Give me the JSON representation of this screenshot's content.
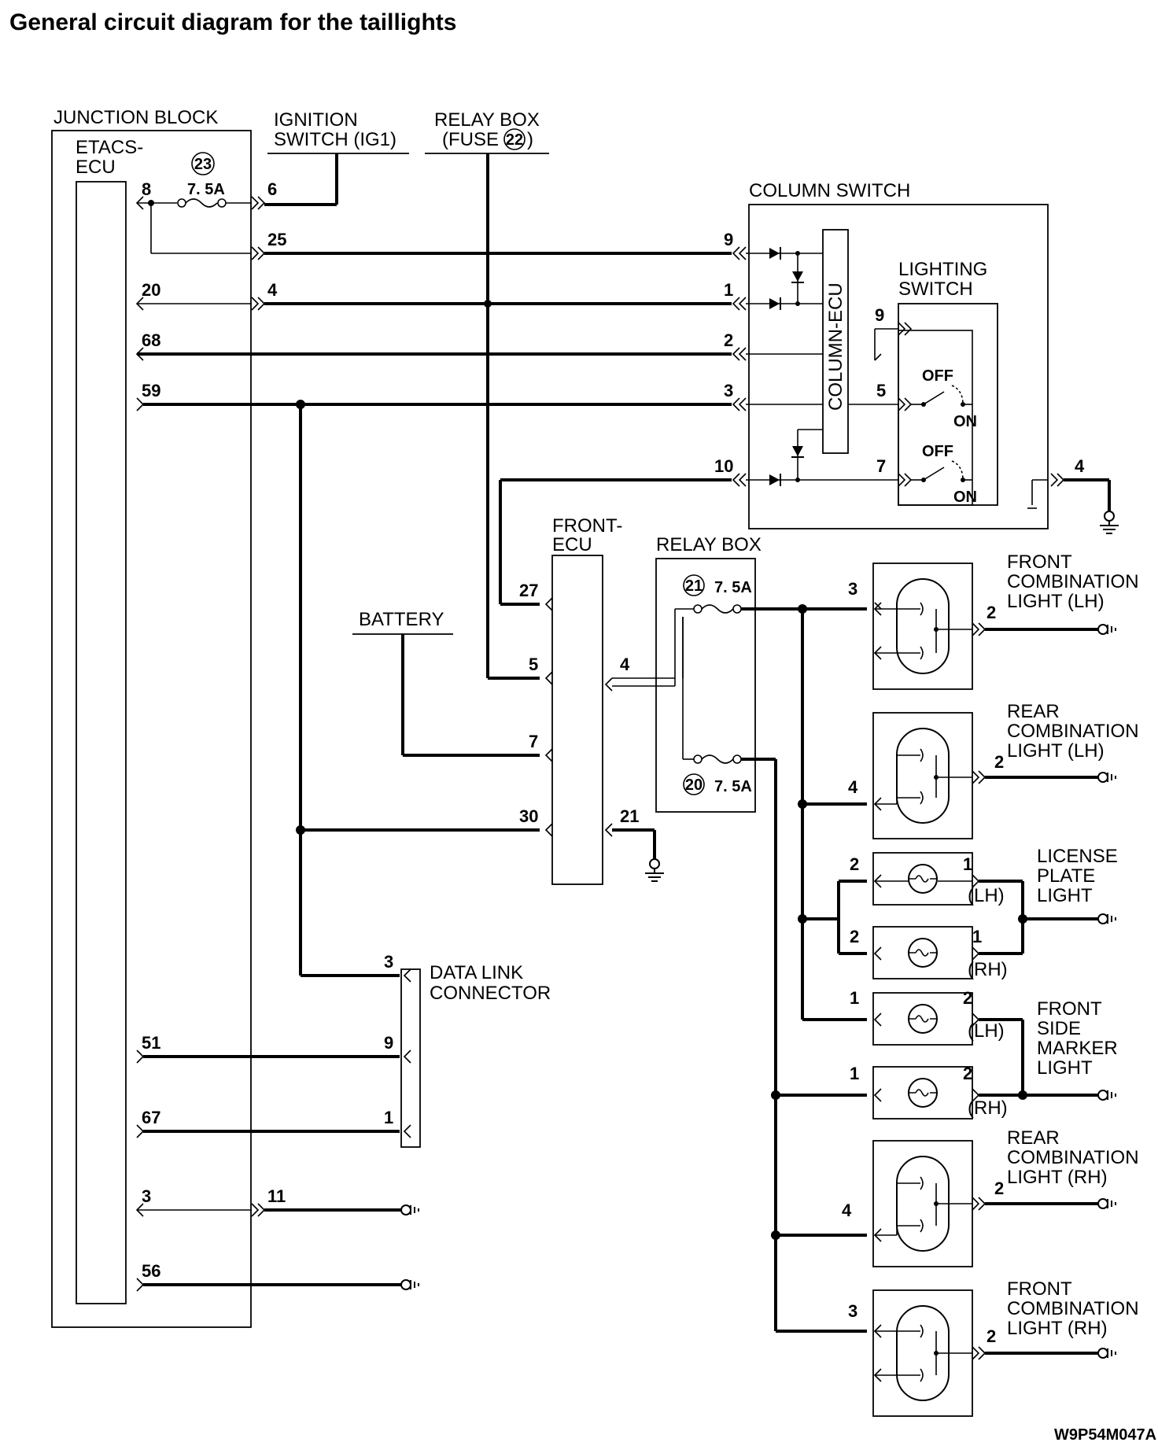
{
  "title": "General circuit diagram for the taillights",
  "figure_code": "W9P54M047A",
  "components": {
    "junction_block": "JUNCTION BLOCK",
    "etacs_ecu_line1": "ETACS-",
    "etacs_ecu_line2": "ECU",
    "fuse23_number": "23",
    "fuse23_rating": "7. 5A",
    "ignition_switch_line1": "IGNITION",
    "ignition_switch_line2": "SWITCH (IG1)",
    "relay_box_top_line1": "RELAY BOX",
    "relay_box_top_line2a": "(FUSE",
    "relay_box_top_fuse": "22",
    "relay_box_top_line2b": ")",
    "column_switch": "COLUMN SWITCH",
    "column_ecu": "COLUMN-ECU",
    "lighting_switch_line1": "LIGHTING",
    "lighting_switch_line2": "SWITCH",
    "off_label": "OFF",
    "on_label": "ON",
    "front_ecu_line1": "FRONT-",
    "front_ecu_line2": "ECU",
    "relay_box": "RELAY BOX",
    "fuse21_number": "21",
    "fuse21_rating": "7. 5A",
    "fuse20_number": "20",
    "fuse20_rating": "7. 5A",
    "battery": "BATTERY",
    "data_link_line1": "DATA LINK",
    "data_link_line2": "CONNECTOR"
  },
  "lights": {
    "front_comb_lh": [
      "FRONT",
      "COMBINATION",
      "LIGHT (LH)"
    ],
    "rear_comb_lh": [
      "REAR",
      "COMBINATION",
      "LIGHT (LH)"
    ],
    "license_plate": [
      "LICENSE",
      "PLATE",
      "LIGHT"
    ],
    "front_side_marker": [
      "FRONT",
      "SIDE",
      "MARKER",
      "LIGHT"
    ],
    "rear_comb_rh": [
      "REAR",
      "COMBINATION",
      "LIGHT (RH)"
    ],
    "front_comb_rh": [
      "FRONT",
      "COMBINATION",
      "LIGHT (RH)"
    ],
    "lh": "(LH)",
    "rh": "(RH)"
  },
  "pins": {
    "etacs_left": [
      "8",
      "20",
      "68",
      "59",
      "51",
      "67",
      "3",
      "56"
    ],
    "junction_right": [
      "6",
      "25",
      "4",
      "11"
    ],
    "column_switch": [
      "9",
      "1",
      "2",
      "3",
      "10",
      "4"
    ],
    "lighting_switch": [
      "9",
      "5",
      "7"
    ],
    "front_ecu_left": [
      "27",
      "5",
      "7",
      "30"
    ],
    "front_ecu_right": [
      "4",
      "21"
    ],
    "data_link": [
      "3",
      "9",
      "1"
    ],
    "lamps_left": [
      "3",
      "4",
      "2",
      "2",
      "1",
      "1",
      "4",
      "3"
    ],
    "lamps_right": [
      "2",
      "2",
      "1",
      "1",
      "2",
      "2",
      "2",
      "2"
    ]
  }
}
